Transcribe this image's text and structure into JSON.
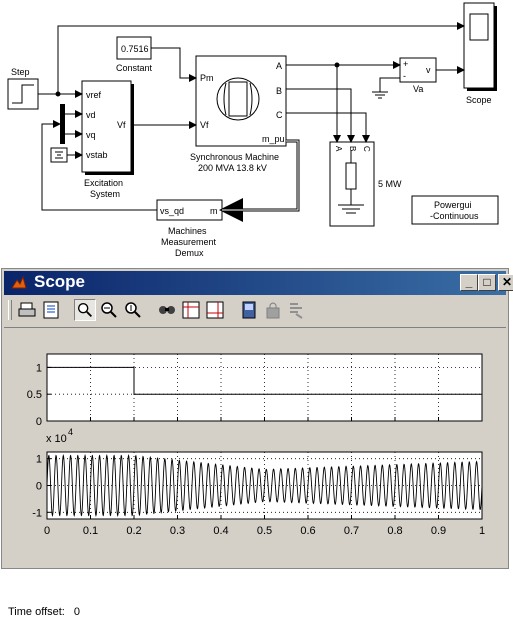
{
  "diagram": {
    "blocks": {
      "step": "Step",
      "constant_value": "0.7516",
      "constant": "Constant",
      "excitation": [
        "Excitation",
        "System"
      ],
      "excitation_ports": [
        "vref",
        "vd",
        "vq",
        "vstab",
        "Vf"
      ],
      "machine": [
        "Synchronous Machine",
        "200 MVA 13.8 kV"
      ],
      "machine_ports": [
        "Pm",
        "Vf",
        "A",
        "B",
        "C",
        "m_pu"
      ],
      "demux": [
        "Machines",
        "Measurement",
        "Demux"
      ],
      "demux_ports": [
        "vs_qd",
        "m"
      ],
      "load": "5 MW",
      "load_ports": [
        "A",
        "B",
        "C"
      ],
      "voltmeter": "Va",
      "voltmeter_ports": [
        "+",
        "-",
        "v"
      ],
      "scope": "Scope",
      "powergui": [
        "Powergui",
        "-Continuous"
      ]
    }
  },
  "scope_window": {
    "title": "Scope",
    "buttons": {
      "minimize": "_",
      "maximize": "□",
      "close": "✕"
    },
    "toolbar_icons": [
      "print-icon",
      "parameters-icon",
      "zoom-icon",
      "zoom-x-icon",
      "zoom-y-icon",
      "autoscale-icon",
      "save-axes-icon",
      "restore-axes-icon",
      "floating-scope-icon",
      "lock-icon",
      "signal-selection-icon"
    ],
    "time_offset_label": "Time offset:",
    "time_offset_value": "0"
  },
  "chart_data": [
    {
      "type": "line",
      "series": [
        {
          "x": [
            0,
            0.2,
            0.2,
            1
          ],
          "y": [
            1,
            1,
            0.5,
            0.5
          ]
        }
      ],
      "xlim": [
        0,
        1
      ],
      "ylim": [
        0,
        1.25
      ],
      "yticks": [
        "0",
        "0.5",
        "1"
      ],
      "grid": true,
      "line_color": "#000000",
      "background": "#ffffff"
    },
    {
      "type": "line",
      "series": [
        {
          "description": "oscillating signal, ~60 cycles over 0-1 s, amplitude ~1.1e4 before t=0.2 decaying to ~0.6e4 by t=0.5 then growing to ~0.9e4"
        }
      ],
      "xlim": [
        0,
        1
      ],
      "ylim": [
        -1.25,
        1.25
      ],
      "y_multiplier": "x 10",
      "y_multiplier_exp": "4",
      "yticks": [
        "-1",
        "0",
        "1"
      ],
      "xticks": [
        "0",
        "0.1",
        "0.2",
        "0.3",
        "0.4",
        "0.5",
        "0.6",
        "0.7",
        "0.8",
        "0.9",
        "1"
      ],
      "grid": true,
      "line_color": "#000000",
      "background": "#ffffff"
    }
  ]
}
